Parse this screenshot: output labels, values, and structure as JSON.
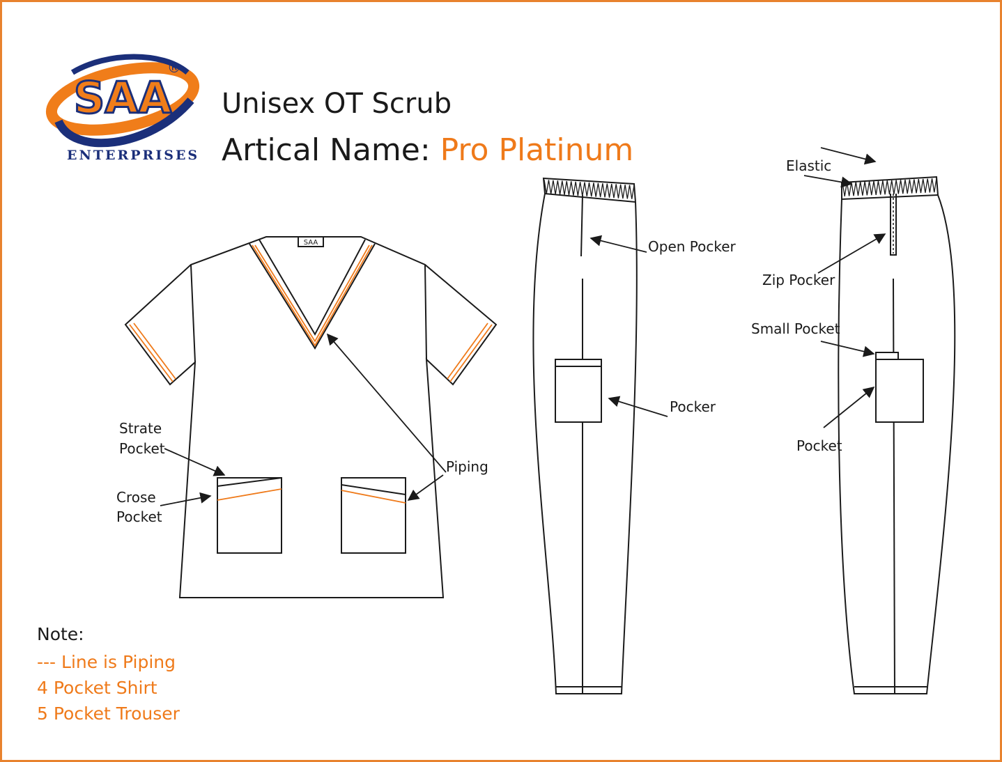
{
  "logo": {
    "mark": "SAA",
    "registered": "®",
    "subtitle": "ENTERPRISES",
    "colors": {
      "orange": "#f07d1a",
      "navy": "#1b2f7a"
    }
  },
  "header": {
    "title": "Unisex OT Scrub",
    "article_label": "Artical Name:",
    "article_value": "Pro Platinum"
  },
  "shirt": {
    "tag": "SAA",
    "labels": {
      "strate_pocket_1": "Strate",
      "strate_pocket_2": "Pocket",
      "crose_pocket_1": "Crose",
      "crose_pocket_2": "Pocket",
      "piping": "Piping"
    }
  },
  "trouser_front": {
    "labels": {
      "open_pocket": "Open Pocker",
      "pocket": "Pocker"
    }
  },
  "trouser_back": {
    "labels": {
      "elastic": "Elastic",
      "zip_pocket": "Zip Pocker",
      "small_pocket": "Small Pocket",
      "pocket": "Pocket"
    }
  },
  "note": {
    "heading": "Note:",
    "lines": [
      "--- Line is Piping",
      "4 Pocket Shirt",
      "5 Pocket Trouser"
    ]
  },
  "colors": {
    "piping": "#ef7a1a",
    "outline": "#1a1a1a",
    "border": "#e8822e"
  }
}
